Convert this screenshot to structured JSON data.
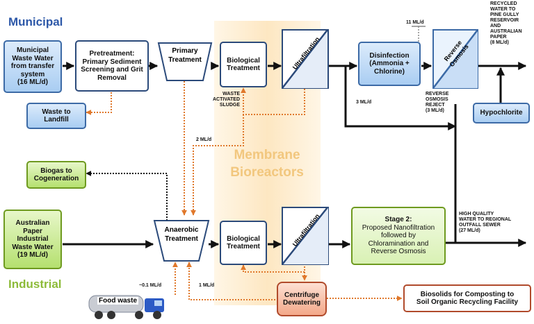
{
  "headings": {
    "municipal": "Municipal",
    "industrial": "Industrial",
    "membrane": [
      "Membrane",
      "Bioreactors"
    ]
  },
  "boxes": {
    "municipal_ww": [
      "Municipal",
      "Waste Water",
      "from transfer",
      "system",
      "(16 ML/d)"
    ],
    "pretreatment": [
      "Pretreatment:",
      "Primary Sediment",
      "Screening and Grit",
      "Removal"
    ],
    "primary_treatment": [
      "Primary",
      "Treatment"
    ],
    "bio_top": [
      "Biological",
      "Treatment"
    ],
    "uf_top": "Ultrafiltration",
    "disinfection": [
      "Disinfection",
      "(Ammonia +",
      "Chlorine)"
    ],
    "ro": [
      "Reverse",
      "Osmosis"
    ],
    "landfill": [
      "Waste to",
      "Landfill"
    ],
    "hypochlorite": "Hypochlorite",
    "biogas": [
      "Biogas to",
      "Cogeneration"
    ],
    "industrial_ww": [
      "Australian",
      "Paper",
      "Industrial",
      "Waste Water",
      "(19 ML/d)"
    ],
    "anaerobic": [
      "Anaerobic",
      "Treatment"
    ],
    "bio_bottom": [
      "Biological",
      "Treatment"
    ],
    "uf_bottom": "Ultrafiltration",
    "stage2_title": "Stage 2:",
    "stage2_body": [
      "Proposed Nanofiltration",
      "followed by",
      "Chloramination and",
      "Reverse Osmosis"
    ],
    "centrifuge": [
      "Centrifuge",
      "Dewatering"
    ],
    "biosolids": [
      "Biosolids for Composting to",
      "Soil Organic Recycling Facility"
    ],
    "truck": "Food waste"
  },
  "labels": {
    "recycled": [
      "RECYCLED",
      "WATER TO",
      "PINE GULLY",
      "RESERVOIR",
      "AND",
      "AUSTRALIAN",
      "PAPER",
      "(8 ML/d)"
    ],
    "ml11": "11 ML/d",
    "ml3": "3 ML/d",
    "ro_reject": [
      "REVERSE",
      "OSMOSIS",
      "REJECT",
      "(3 ML/d)"
    ],
    "was": [
      "WASTE",
      "ACTIVATED",
      "SLUDGE"
    ],
    "ml2": "2 ML/d",
    "hq": [
      "HIGH QUALITY",
      "WATER TO REGIONAL",
      "OUTFALL SEWER",
      "(27 ML/d)"
    ],
    "ml01": "~0.1 ML/d",
    "ml1": "1 ML/d"
  },
  "colors": {
    "municipal_heading": "#2d58a8",
    "industrial_heading": "#8dbb3a",
    "membrane_text": "#f0c781",
    "membrane_band": "#fdeccf",
    "dotted_orange": "#e0782b",
    "flow_black": "#111111"
  }
}
